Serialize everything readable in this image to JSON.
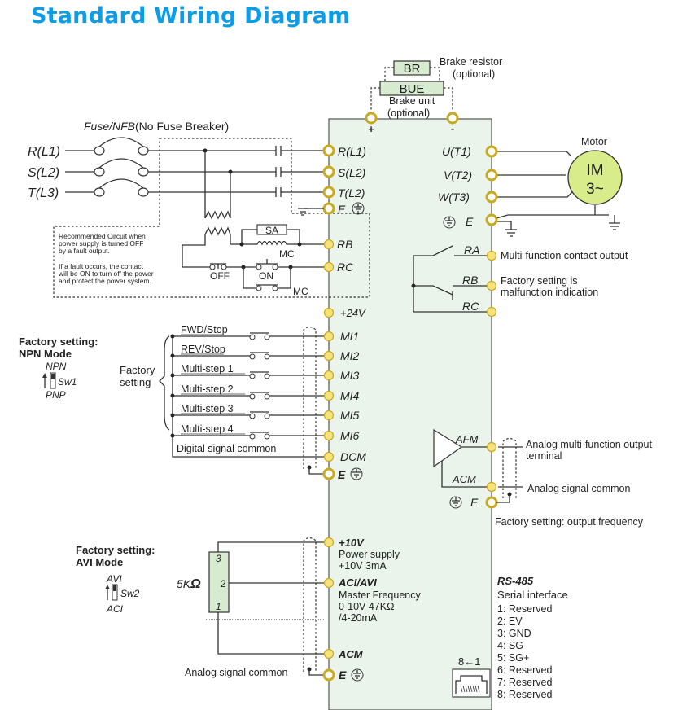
{
  "title": "Standard Wiring Diagram",
  "colors": {
    "title": "#0d9ce6",
    "panel_fill": "#ebf4ea",
    "terminal_fill": "#f6e27a",
    "terminal_stroke": "#c9a920",
    "component_fill": "#d6ebcf",
    "motor_fill": "#d8ec8c"
  },
  "brake": {
    "resistor_box": "BR",
    "resistor_label": "Brake resistor",
    "resistor_note": "(optional)",
    "unit_box": "BUE",
    "unit_label": "Brake unit",
    "unit_note": "(optional)",
    "plus": "+",
    "minus": "-"
  },
  "power_input": {
    "fuse_label_italic": "Fuse/NFB",
    "fuse_label_rest": "(No Fuse Breaker)",
    "lines": [
      "R(L1)",
      "S(L2)",
      "T(L3)"
    ],
    "terminals": [
      "R(L1)",
      "S(L2)",
      "T(L2)",
      "E"
    ]
  },
  "fault_circuit": {
    "note_lines": [
      "Recommended Circuit when",
      "power supply is turned OFF",
      "by a fault output.",
      "",
      "If a fault occurs, the contact",
      "will be ON to turn off the power",
      "and protect the power system."
    ],
    "sa": "SA",
    "mc1": "MC",
    "off": "OFF",
    "on": "ON",
    "mc2": "MC",
    "terminals": [
      "RB",
      "RC"
    ]
  },
  "motor": {
    "label": "Motor",
    "line1": "IM",
    "line2": "3~",
    "terminals": [
      "U(T1)",
      "V(T2)",
      "W(T3)",
      "E"
    ]
  },
  "relay_output": {
    "terminals": [
      "RA",
      "RB",
      "RC"
    ],
    "desc1": "Multi-function contact output",
    "desc2a": "Factory setting is",
    "desc2b": "malfunction indication"
  },
  "digital_inputs": {
    "mode_title1": "Factory setting:",
    "mode_title2": "NPN Mode",
    "switch_top": "NPN",
    "switch_name": "Sw1",
    "switch_bottom": "PNP",
    "group_label1": "Factory",
    "group_label2": "setting",
    "plus24": "+24V",
    "inputs": [
      {
        "label": "FWD/Stop",
        "terminal": "MI1"
      },
      {
        "label": "REV/Stop",
        "terminal": "MI2"
      },
      {
        "label": "Multi-step 1",
        "terminal": "MI3"
      },
      {
        "label": "Multi-step 2",
        "terminal": "MI4"
      },
      {
        "label": "Multi-step 3",
        "terminal": "MI5"
      },
      {
        "label": "Multi-step 4",
        "terminal": "MI6"
      }
    ],
    "common_label": "Digital signal common",
    "common_terminal": "DCM",
    "ground_terminal": "E"
  },
  "analog_output": {
    "afm": "AFM",
    "acm": "ACM",
    "e": "E",
    "desc1a": "Analog multi-function output",
    "desc1b": "terminal",
    "desc2": "Analog signal common",
    "desc3": "Factory setting: output frequency"
  },
  "analog_input": {
    "mode_title1": "Factory setting:",
    "mode_title2": "AVI Mode",
    "switch_top": "AVI",
    "switch_name": "Sw2",
    "switch_bottom": "ACI",
    "pot_value": "5K",
    "pot_unit": "Ω",
    "pot_pins": [
      "3",
      "2",
      "1"
    ],
    "t10v": "+10V",
    "t10v_desc1": "Power supply",
    "t10v_desc2": "+10V 3mA",
    "taci": "ACI/AVI",
    "taci_desc1": "Master Frequency",
    "taci_desc2": "0-10V 47KΩ",
    "taci_desc3": "/4-20mA",
    "tacm": "ACM",
    "te": "E",
    "common_label": "Analog signal common"
  },
  "rs485": {
    "title": "RS-485",
    "subtitle": "Serial interface",
    "pin_order": "8←1",
    "pins": [
      "1: Reserved",
      "2: EV",
      "3: GND",
      "4: SG-",
      "5: SG+",
      "6: Reserved",
      "7: Reserved",
      "8: Reserved"
    ]
  }
}
